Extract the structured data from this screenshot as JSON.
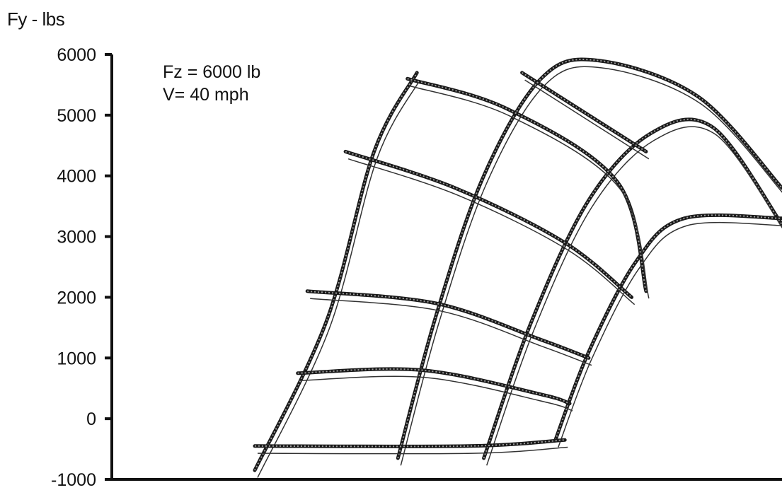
{
  "chart_data": {
    "type": "line",
    "title": "",
    "ylabel": "Fy - lbs",
    "xlabel": "",
    "ylim": [
      -1000,
      6000
    ],
    "yticks": [
      "6000",
      "5000",
      "4000",
      "3000",
      "2000",
      "1000",
      "0",
      "-1000"
    ],
    "grid": false,
    "annotations": [
      "Fz = 6000 lb",
      "V= 40 mph"
    ],
    "series": [
      {
        "kind": "crossing",
        "points": [
          [
            0,
            -850
          ],
          [
            150,
            1600
          ],
          [
            250,
            4400
          ],
          [
            340,
            5700
          ]
        ]
      },
      {
        "kind": "crossing",
        "points": [
          [
            300,
            -650
          ],
          [
            380,
            1700
          ],
          [
            480,
            4000
          ],
          [
            600,
            5600
          ],
          [
            720,
            5900
          ],
          [
            930,
            5300
          ],
          [
            1105,
            3800
          ]
        ]
      },
      {
        "kind": "crossing",
        "points": [
          [
            480,
            -650
          ],
          [
            580,
            1600
          ],
          [
            700,
            3600
          ],
          [
            830,
            4700
          ],
          [
            960,
            4800
          ],
          [
            1105,
            3200
          ]
        ]
      },
      {
        "kind": "crossing",
        "points": [
          [
            630,
            -350
          ],
          [
            700,
            1100
          ],
          [
            800,
            2600
          ],
          [
            900,
            3300
          ],
          [
            1105,
            3300
          ]
        ]
      },
      {
        "kind": "grid-row",
        "points": [
          [
            0,
            -450
          ],
          [
            450,
            -450
          ],
          [
            650,
            -350
          ]
        ]
      },
      {
        "kind": "grid-row",
        "points": [
          [
            90,
            750
          ],
          [
            350,
            800
          ],
          [
            600,
            400
          ],
          [
            660,
            250
          ]
        ]
      },
      {
        "kind": "grid-row",
        "points": [
          [
            110,
            2100
          ],
          [
            380,
            1900
          ],
          [
            600,
            1300
          ],
          [
            700,
            1000
          ]
        ]
      },
      {
        "kind": "grid-row",
        "points": [
          [
            190,
            4400
          ],
          [
            420,
            3800
          ],
          [
            650,
            2900
          ],
          [
            790,
            2000
          ]
        ]
      },
      {
        "kind": "grid-row",
        "points": [
          [
            320,
            5600
          ],
          [
            530,
            5100
          ],
          [
            760,
            3900
          ],
          [
            820,
            2100
          ]
        ]
      },
      {
        "kind": "grid-row",
        "points": [
          [
            560,
            5700
          ],
          [
            700,
            5000
          ],
          [
            820,
            4400
          ]
        ]
      }
    ]
  }
}
